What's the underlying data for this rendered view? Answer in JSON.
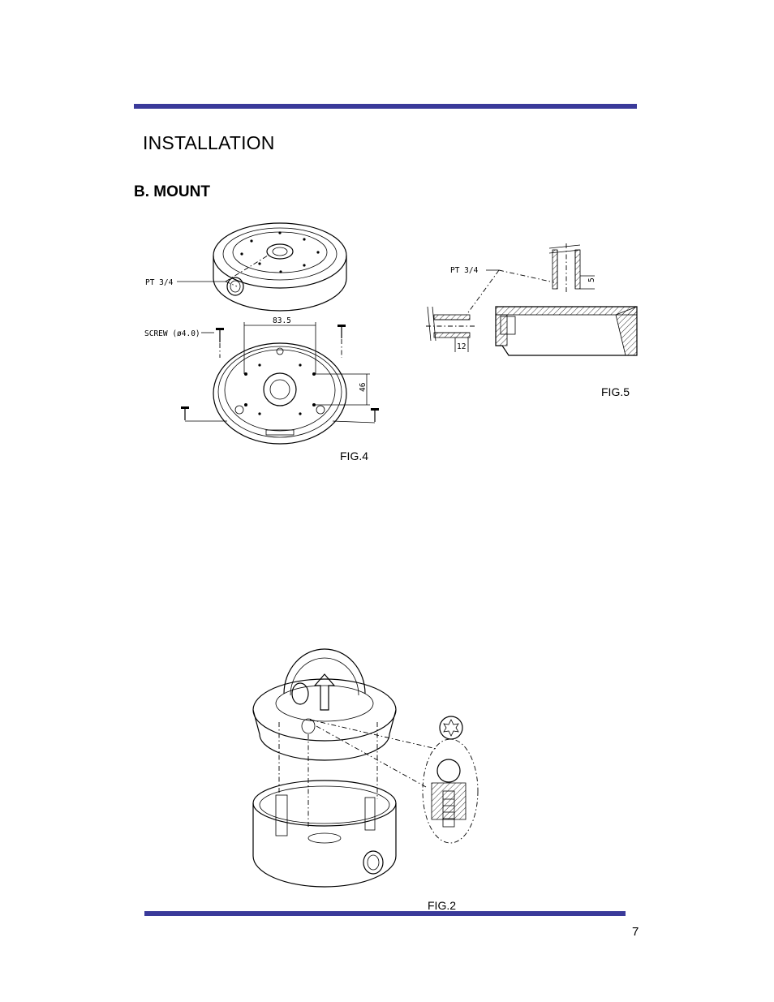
{
  "header": {
    "title": "INSTALLATION"
  },
  "section": {
    "title": "B. MOUNT"
  },
  "fig4": {
    "caption": "FIG.4",
    "label_pt": "PT 3/4",
    "label_screw": "SCREW (ø4.0)",
    "dim_width": "83.5",
    "dim_height": "46"
  },
  "fig5": {
    "caption": "FIG.5",
    "label_pt": "PT 3/4",
    "dim_5": "5",
    "dim_12": "12"
  },
  "fig2": {
    "caption": "FIG.2"
  },
  "footer": {
    "page_number": "7"
  }
}
